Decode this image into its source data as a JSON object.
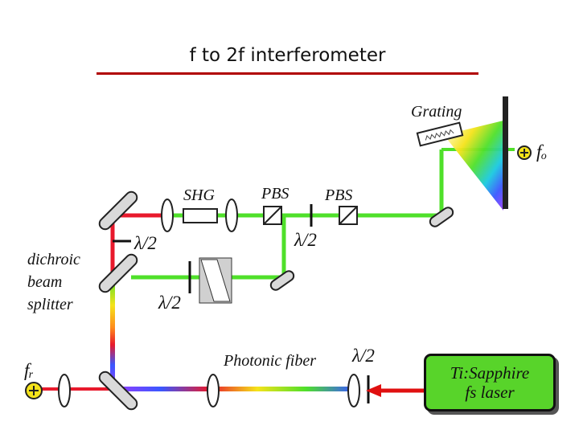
{
  "title": "f to 2f interferometer",
  "labels": {
    "grating": "Grating",
    "f0": "fₒ",
    "shg": "SHG",
    "pbs_left": "PBS",
    "pbs_right": "PBS",
    "half_wave_1": "λ/2",
    "half_wave_2": "λ/2",
    "half_wave_3": "λ/2",
    "half_wave_4": "λ/2",
    "dichroic_line1": "dichroic",
    "dichroic_line2": "beam",
    "dichroic_line3": "splitter",
    "fr": "fᵣ",
    "photonic_fiber": "Photonic fiber"
  },
  "laser": {
    "line1": "Ti:Sapphire",
    "line2": "fs laser"
  },
  "colors": {
    "title_rule": "#b00000",
    "green_beam": "#4fe02a",
    "red_beam": "#e8192c",
    "laser_box": "#58d42a",
    "laser_arrow": "#e01010"
  }
}
